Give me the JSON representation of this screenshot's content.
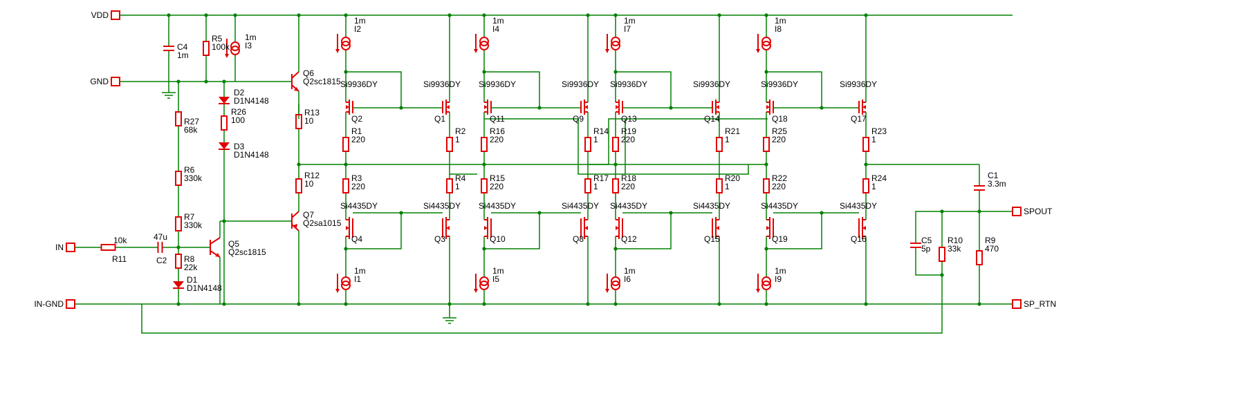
{
  "ports": {
    "vdd": "VDD",
    "gnd": "GND",
    "in": "IN",
    "in_gnd": "IN-GND",
    "spout": "SPOUT",
    "sp_rtn": "SP_RTN"
  },
  "input_stage": {
    "C4": [
      "C4",
      "1m"
    ],
    "R5": [
      "R5",
      "100k"
    ],
    "I3": [
      "1m",
      "I3"
    ],
    "Q6": [
      "Q6",
      "Q2sc1815"
    ],
    "D2": [
      "D2",
      "D1N4148"
    ],
    "R26": [
      "R26",
      "100"
    ],
    "D3": [
      "D3",
      "D1N4148"
    ],
    "R27": [
      "R27",
      "68k"
    ],
    "R6": [
      "R6",
      "330k"
    ],
    "R7": [
      "R7",
      "330k"
    ],
    "R13": [
      "R13",
      "10"
    ],
    "R12": [
      "R12",
      "10"
    ],
    "Q7": [
      "Q7",
      "Q2sa1015"
    ],
    "R11": [
      "10k",
      "R11"
    ],
    "C2": [
      "47u",
      "C2"
    ],
    "Q5": [
      "Q5",
      "Q2sc1815"
    ],
    "R8": [
      "R8",
      "22k"
    ],
    "D1": [
      "D1",
      "D1N4148"
    ]
  },
  "blocks": [
    {
      "itop": [
        "1m",
        "I2"
      ],
      "pl": "Si9936DY",
      "pr": "Si9936DY",
      "qtl": "Q2",
      "qtr": "Q1",
      "rs1": [
        "R1",
        "220"
      ],
      "rs2": [
        "R2",
        "1"
      ],
      "rs3": [
        "R3",
        "220"
      ],
      "rs4": [
        "R4",
        "1"
      ],
      "nl": "Si4435DY",
      "nr": "Si4435DY",
      "qbl": "Q4",
      "qbr": "Q3",
      "ibot": [
        "1m",
        "I1"
      ]
    },
    {
      "itop": [
        "1m",
        "I4"
      ],
      "pl": "Si9936DY",
      "pr": "Si9936DY",
      "qtl": "Q11",
      "qtr": "Q9",
      "rs1": [
        "R16",
        "220"
      ],
      "rs2": [
        "R14",
        "1"
      ],
      "rs3": [
        "R15",
        "220"
      ],
      "rs4": [
        "R17",
        "1"
      ],
      "nl": "Si4435DY",
      "nr": "Si4435DY",
      "qbl": "Q10",
      "qbr": "Q8",
      "ibot": [
        "1m",
        "I5"
      ]
    },
    {
      "itop": [
        "1m",
        "I7"
      ],
      "pl": "Si9936DY",
      "pr": "Si9936DY",
      "qtl": "Q13",
      "qtr": "Q14",
      "rs1": [
        "R19",
        "220"
      ],
      "rs2": [
        "R21",
        "1"
      ],
      "rs3": [
        "R18",
        "220"
      ],
      "rs4": [
        "R20",
        "1"
      ],
      "nl": "Si4435DY",
      "nr": "Si4435DY",
      "qbl": "Q12",
      "qbr": "Q15",
      "ibot": [
        "1m",
        "I6"
      ]
    },
    {
      "itop": [
        "1m",
        "I8"
      ],
      "pl": "Si9936DY",
      "pr": "Si9936DY",
      "qtl": "Q18",
      "qtr": "Q17",
      "rs1": [
        "R25",
        "220"
      ],
      "rs2": [
        "R23",
        "1"
      ],
      "rs3": [
        "R22",
        "220"
      ],
      "rs4": [
        "R24",
        "1"
      ],
      "nl": "Si4435DY",
      "nr": "Si4435DY",
      "qbl": "Q19",
      "qbr": "Q16",
      "ibot": [
        "1m",
        "I9"
      ]
    }
  ],
  "output_stage": {
    "C1": [
      "C1",
      "3.3m"
    ],
    "C5": [
      "C5",
      "5p"
    ],
    "R10": [
      "R10",
      "33k"
    ],
    "R9": [
      "R9",
      "470"
    ]
  }
}
